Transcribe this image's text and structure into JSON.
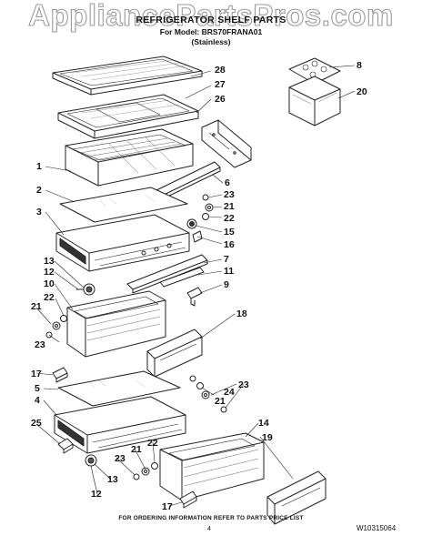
{
  "watermark": "AppliancePartsPros.com",
  "header": {
    "title": "REFRIGERATOR SHELF PARTS",
    "model_line": "For Model: BRS70FRANA01",
    "variant": "(Stainless)"
  },
  "footer": {
    "instruction": "FOR ORDERING INFORMATION REFER TO PARTS PRICE LIST",
    "page_number": "4",
    "document_code": "W10315064"
  },
  "callouts": [
    "28",
    "27",
    "26",
    "1",
    "6",
    "2",
    "23",
    "21",
    "22",
    "3",
    "15",
    "16",
    "7",
    "13",
    "12",
    "11",
    "9",
    "10",
    "22",
    "21",
    "23",
    "18",
    "17",
    "5",
    "4",
    "24",
    "21",
    "23",
    "25",
    "22",
    "21",
    "23",
    "13",
    "12",
    "14",
    "19",
    "17",
    "8",
    "20"
  ]
}
